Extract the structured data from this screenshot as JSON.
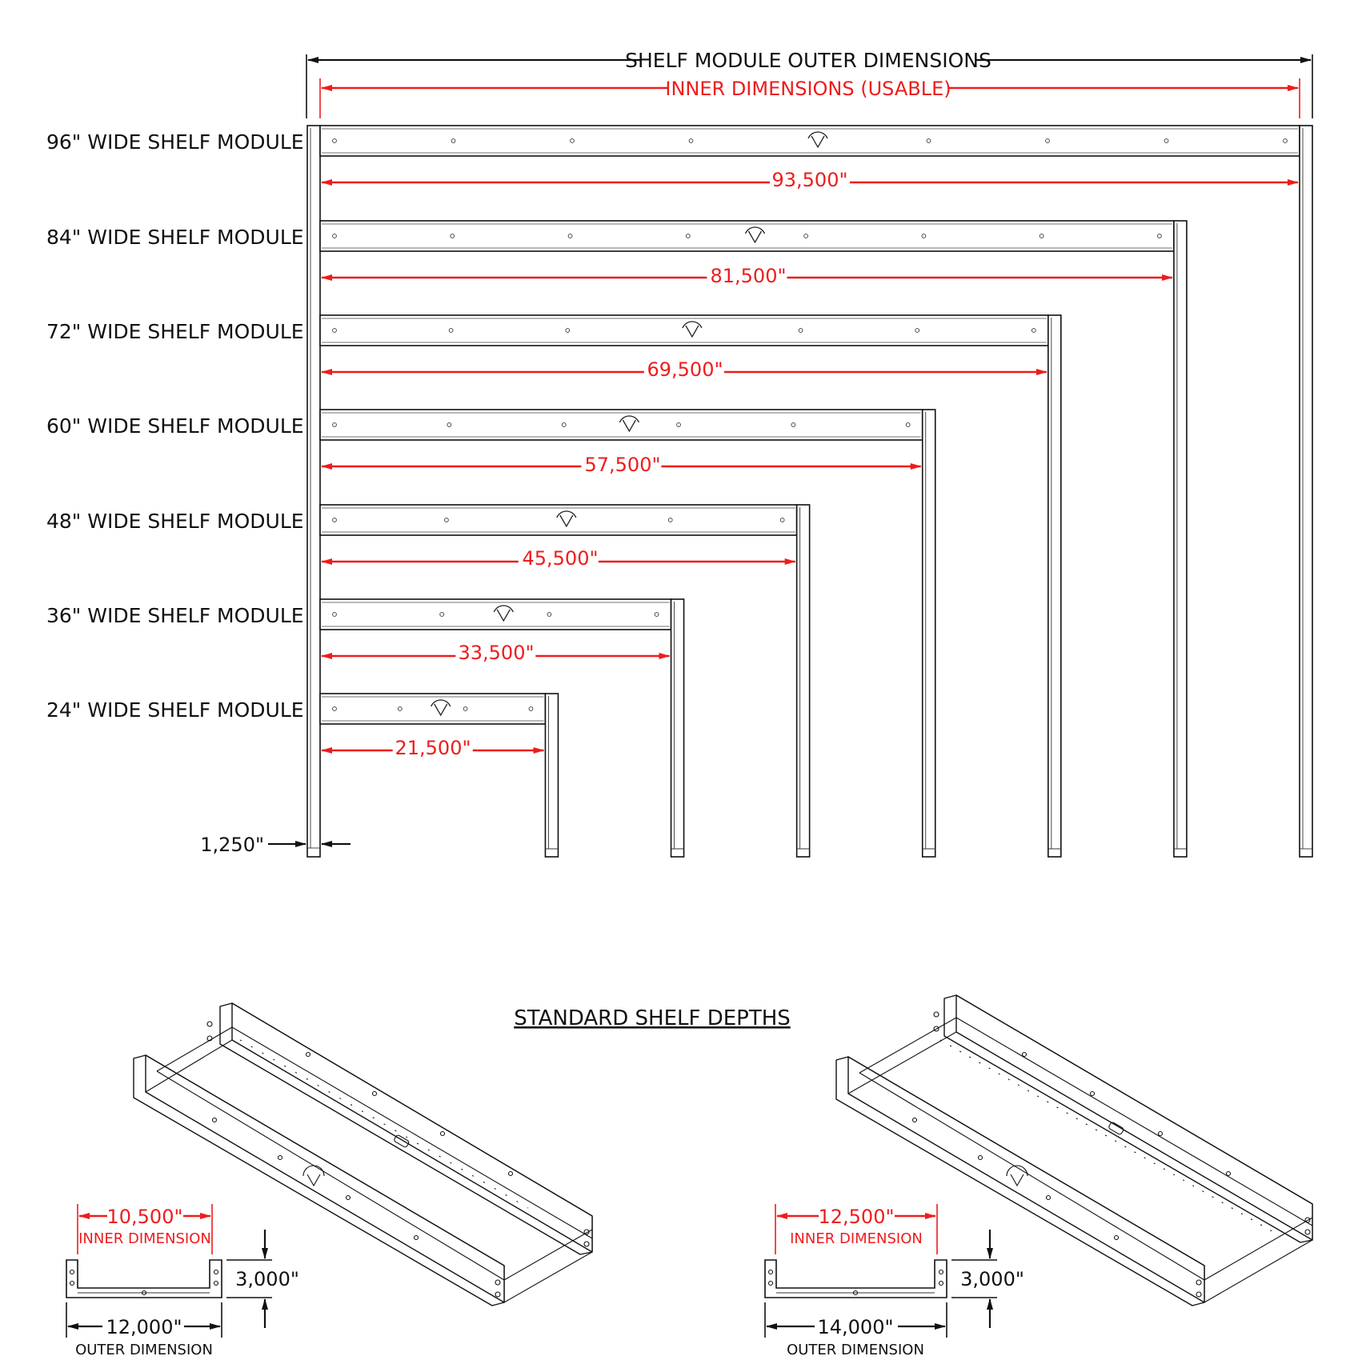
{
  "header": {
    "outer_label": "SHELF MODULE OUTER DIMENSIONS",
    "inner_label": "INNER DIMENSIONS (USABLE)"
  },
  "modules": [
    {
      "label": "96\" WIDE SHELF MODULE",
      "inner_dim": "93,500\"",
      "width_in": 96,
      "inner_in": 93.5
    },
    {
      "label": "84\" WIDE SHELF MODULE",
      "inner_dim": "81,500\"",
      "width_in": 84,
      "inner_in": 81.5
    },
    {
      "label": "72\" WIDE SHELF MODULE",
      "inner_dim": "69,500\"",
      "width_in": 72,
      "inner_in": 69.5
    },
    {
      "label": "60\" WIDE SHELF MODULE",
      "inner_dim": "57,500\"",
      "width_in": 60,
      "inner_in": 57.5
    },
    {
      "label": "48\" WIDE SHELF MODULE",
      "inner_dim": "45,500\"",
      "width_in": 48,
      "inner_in": 45.5
    },
    {
      "label": "36\" WIDE SHELF MODULE",
      "inner_dim": "33,500\"",
      "width_in": 36,
      "inner_in": 33.5
    },
    {
      "label": "24\" WIDE SHELF MODULE",
      "inner_dim": "21,500\"",
      "width_in": 24,
      "inner_in": 21.5
    }
  ],
  "post_thickness": "1,250\"",
  "depths_section": {
    "title": "STANDARD SHELF DEPTHS",
    "shelves": [
      {
        "inner_dim": "10,500\"",
        "inner_label": "INNER DIMENSION",
        "height_dim": "3,000\"",
        "outer_dim": "12,000\"",
        "outer_label": "OUTER DIMENSION"
      },
      {
        "inner_dim": "12,500\"",
        "inner_label": "INNER DIMENSION",
        "height_dim": "3,000\"",
        "outer_dim": "14,000\"",
        "outer_label": "OUTER DIMENSION"
      }
    ]
  },
  "colors": {
    "dimension_red": "#ee1c1c",
    "line_black": "#111111"
  }
}
